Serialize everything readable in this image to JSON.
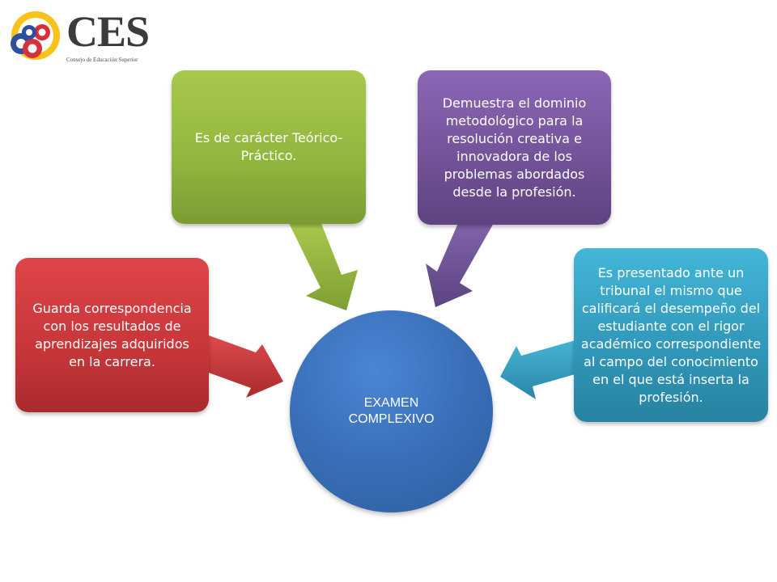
{
  "logo": {
    "name": "CES",
    "subtitle": "Consejo de Educación Superior"
  },
  "diagram": {
    "center": {
      "label": "EXAMEN COMPLEXIVO",
      "color": "#3a6fb8"
    },
    "nodes": [
      {
        "id": "red",
        "text": "Guarda correspondencia con los resultados de aprendizajes adquiridos en la carrera.",
        "color": "#c73639"
      },
      {
        "id": "green",
        "text": "Es de carácter Teórico-Práctico.",
        "color": "#93b83f"
      },
      {
        "id": "purple",
        "text": "Demuestra el dominio metodológico para la resolución creativa e innovadora de los problemas abordados desde la profesión.",
        "color": "#735399"
      },
      {
        "id": "teal",
        "text": "Es presentado ante un tribunal el mismo que calificará el desempeño del estudiante con el rigor académico correspondiente al campo del conocimiento en el que está inserta la profesión.",
        "color": "#3199bb"
      }
    ]
  }
}
